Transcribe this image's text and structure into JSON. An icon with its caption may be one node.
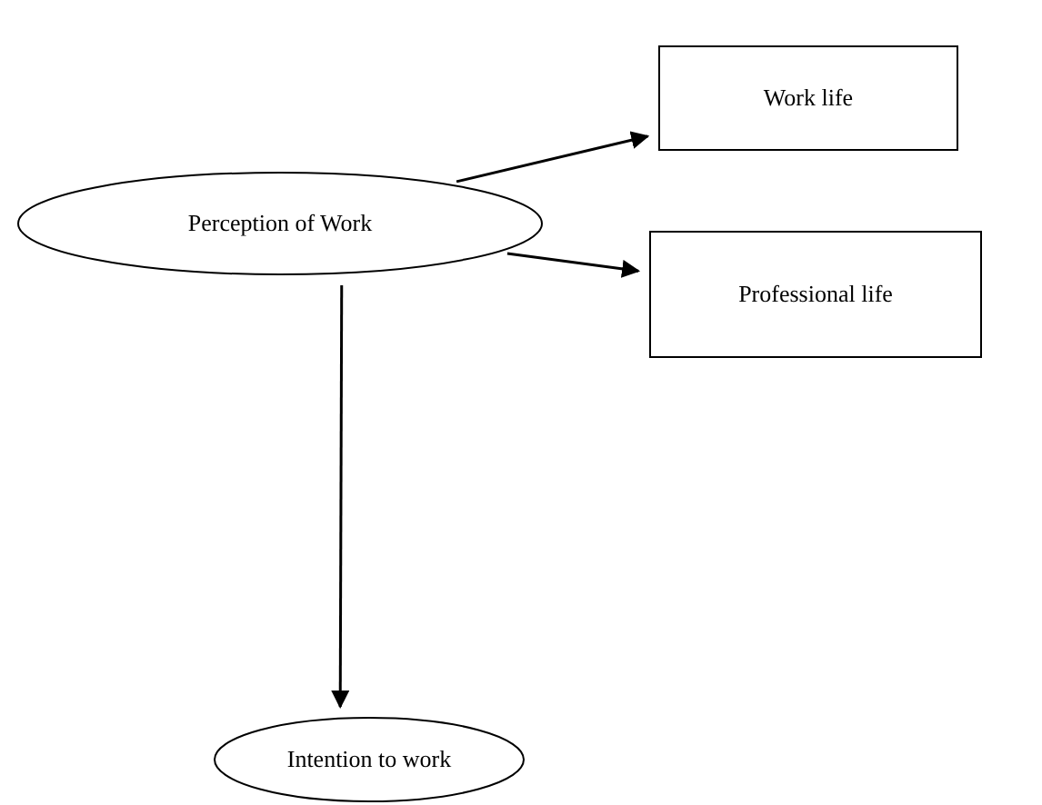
{
  "diagram": {
    "nodes": [
      {
        "text": [
          "Perception of Work"
        ]
      },
      {
        "text": [
          "Work life"
        ]
      },
      {
        "text": [
          "Professional life"
        ]
      },
      {
        "text": [
          "Intention to work"
        ]
      }
    ],
    "edges": [
      {
        "from": 0,
        "to": 1,
        "arrow": "to"
      },
      {
        "from": 0,
        "to": 2,
        "arrow": "to"
      },
      {
        "from": 0,
        "to": 3,
        "arrow": "to"
      }
    ]
  }
}
